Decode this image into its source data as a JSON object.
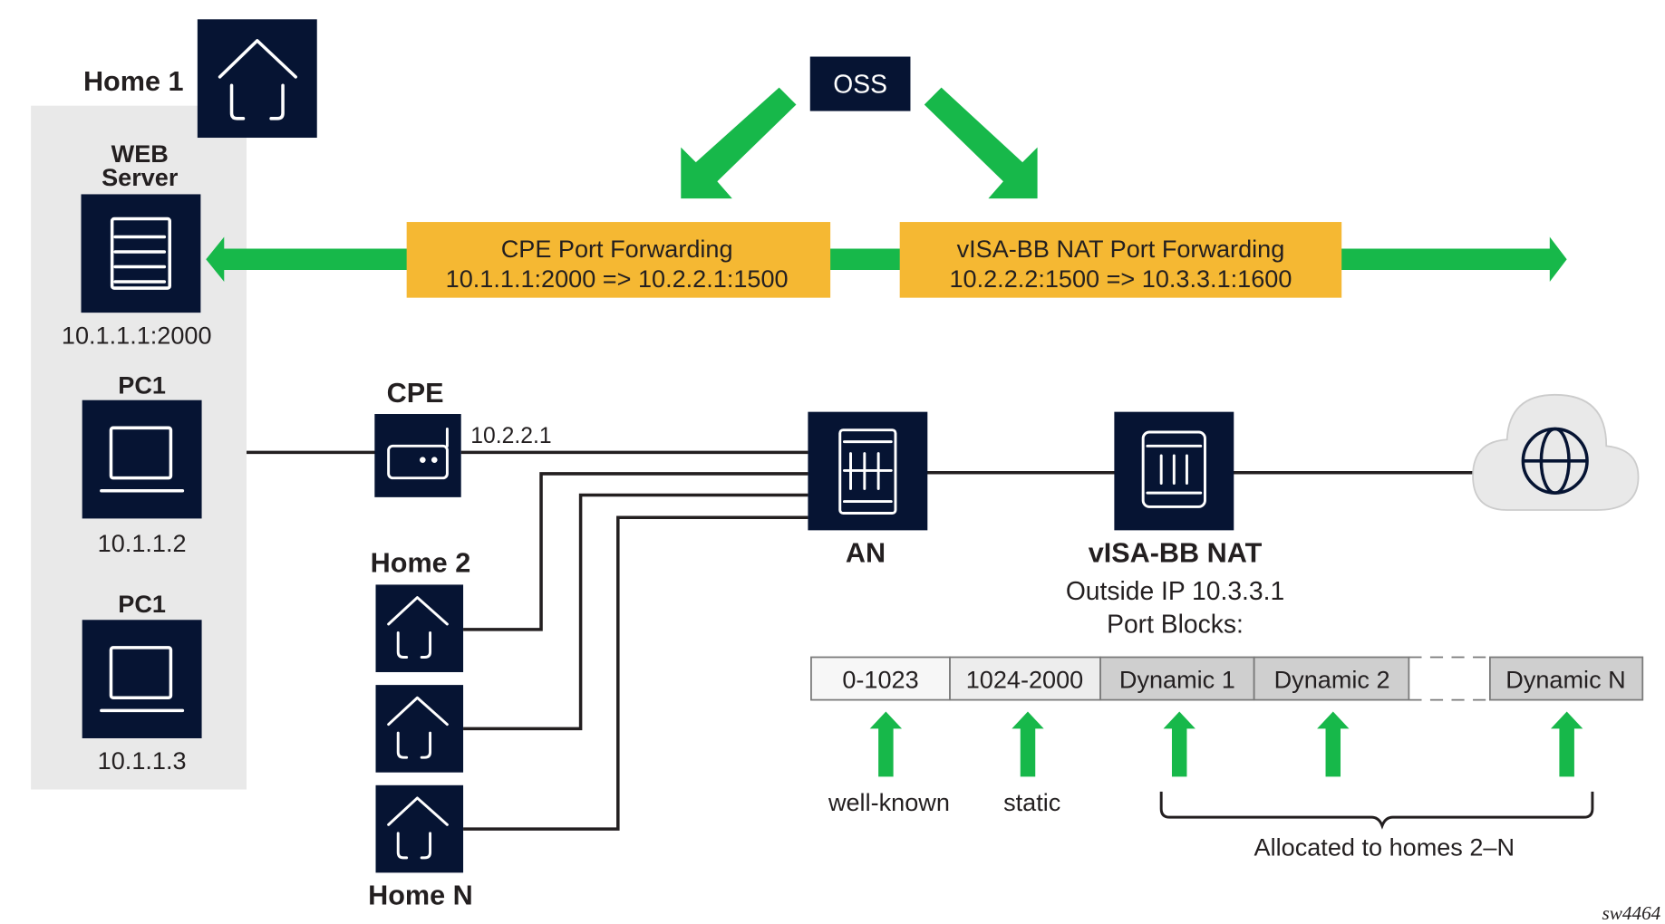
{
  "diagram": {
    "figure_id": "sw4464",
    "oss": {
      "label": "OSS"
    },
    "home1": {
      "label": "Home 1",
      "devices": [
        {
          "name": "WEB\nServer",
          "name_line1": "WEB",
          "name_line2": "Server",
          "address": "10.1.1.1:2000",
          "icon": "server-icon"
        },
        {
          "name": "PC1",
          "address": "10.1.1.2",
          "icon": "laptop-icon"
        },
        {
          "name": "PC1",
          "address": "10.1.1.3",
          "icon": "laptop-icon"
        }
      ]
    },
    "cpe_forwarding": {
      "title": "CPE Port Forwarding",
      "rule": "10.1.1.1:2000 => 10.2.2.1:1500"
    },
    "nat_forwarding": {
      "title": "vISA-BB NAT Port Forwarding",
      "rule": "10.2.2.2:1500 => 10.3.3.1:1600"
    },
    "cpe": {
      "label": "CPE",
      "address": "10.2.2.1"
    },
    "an": {
      "label": "AN"
    },
    "nat": {
      "label": "vISA-BB NAT",
      "outside_ip": "Outside IP 10.3.3.1",
      "port_blocks_label": "Port Blocks:"
    },
    "homes": [
      {
        "label": "Home 2"
      },
      {
        "label": ""
      },
      {
        "label": "Home N"
      }
    ],
    "internet": {
      "icon": "globe-icon"
    },
    "port_blocks": [
      {
        "label": "0-1023",
        "color": "#f7f7f7"
      },
      {
        "label": "1024-2000",
        "color": "#ededed"
      },
      {
        "label": "Dynamic 1",
        "color": "#cfcfcf"
      },
      {
        "label": "Dynamic 2",
        "color": "#cfcfcf"
      },
      {
        "label": "Dynamic N",
        "color": "#cfcfcf"
      }
    ],
    "block_annotations": {
      "well_known": "well-known",
      "static": "static",
      "allocated": "Allocated to homes 2–N"
    },
    "colors": {
      "navy": "#061433",
      "green": "#17b84a",
      "orange": "#f5b833",
      "panel_gray": "#e9e9e9"
    }
  }
}
